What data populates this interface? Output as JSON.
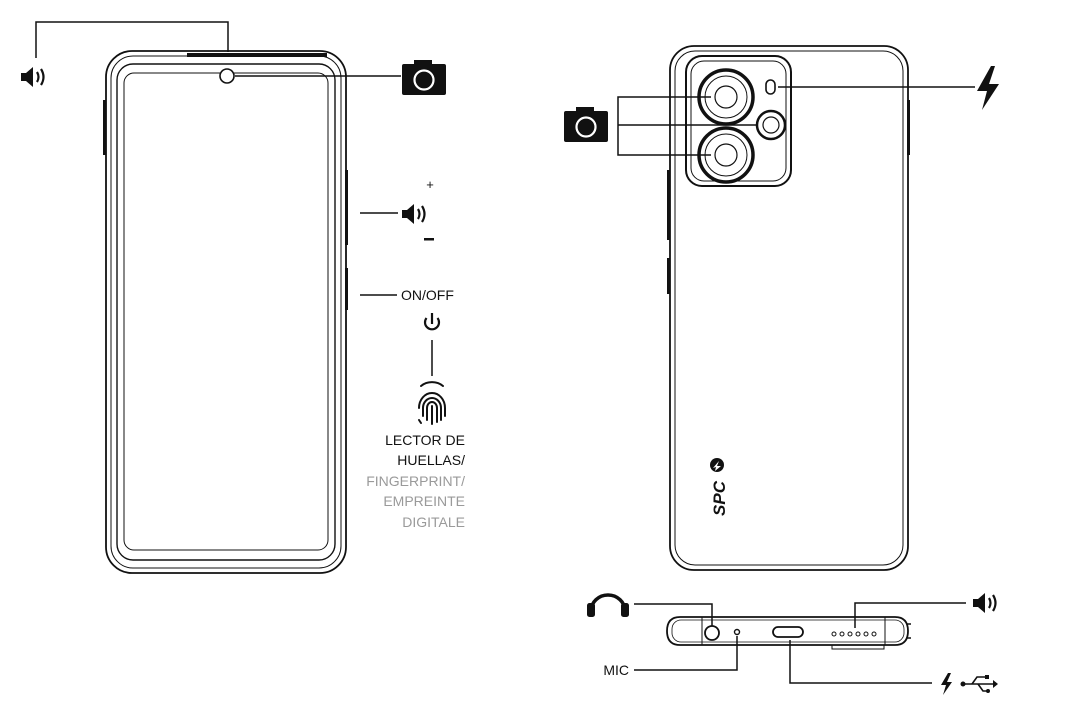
{
  "labels": {
    "power": "ON/OFF",
    "fingerprint_lines": [
      "LECTOR DE",
      "HUELLAS/"
    ],
    "fingerprint_lines_gray": [
      "FINGERPRINT/",
      "EMPREINTE",
      "DIGITALE"
    ],
    "mic": "MIC",
    "volume_plus": "+",
    "volume_minus": "–",
    "brand": "SPC"
  },
  "icons": {
    "speaker": "speaker-icon",
    "camera": "camera-icon",
    "flash": "flash-icon",
    "power": "power-icon",
    "fingerprint": "fingerprint-icon",
    "headphones": "headphones-icon",
    "usb": "usb-icon"
  },
  "colors": {
    "ink": "#111111",
    "gray_text": "#9a9a9a",
    "background": "#ffffff"
  }
}
